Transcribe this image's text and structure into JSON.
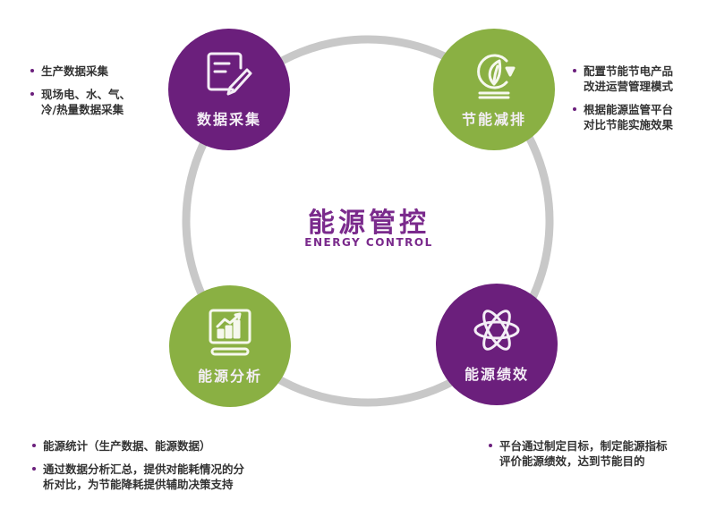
{
  "diagram": {
    "center": {
      "title": "能源管控",
      "subtitle": "ENERGY CONTROL"
    },
    "colors": {
      "purple": "#6b1f7c",
      "green": "#8ab043",
      "ring": "#c8c8c8",
      "title": "#7a2a8c"
    },
    "nodes": [
      {
        "id": "data-collection",
        "label": "数据采集",
        "icon": "edit-document-icon",
        "color": "purple"
      },
      {
        "id": "energy-saving",
        "label": "节能减排",
        "icon": "leaf-cycle-icon",
        "color": "green"
      },
      {
        "id": "energy-analysis",
        "label": "能源分析",
        "icon": "chart-monitor-icon",
        "color": "green"
      },
      {
        "id": "energy-performance",
        "label": "能源绩效",
        "icon": "atom-icon",
        "color": "purple"
      }
    ],
    "notes": {
      "top_left": [
        "生产数据采集",
        "现场电、水、气、\n冷/热量数据采集"
      ],
      "top_right": [
        "配置节能节电产品\n改进运营管理模式",
        "根据能源监管平台\n对比节能实施效果"
      ],
      "bottom_left": [
        "能源统计（生产数据、能源数据）",
        "通过数据分析汇总，提供对能耗情况的分\n析对比，为节能降耗提供辅助决策支持"
      ],
      "bottom_right": [
        "平台通过制定目标，制定能源指标\n评价能源绩效，达到节能目的"
      ]
    }
  }
}
